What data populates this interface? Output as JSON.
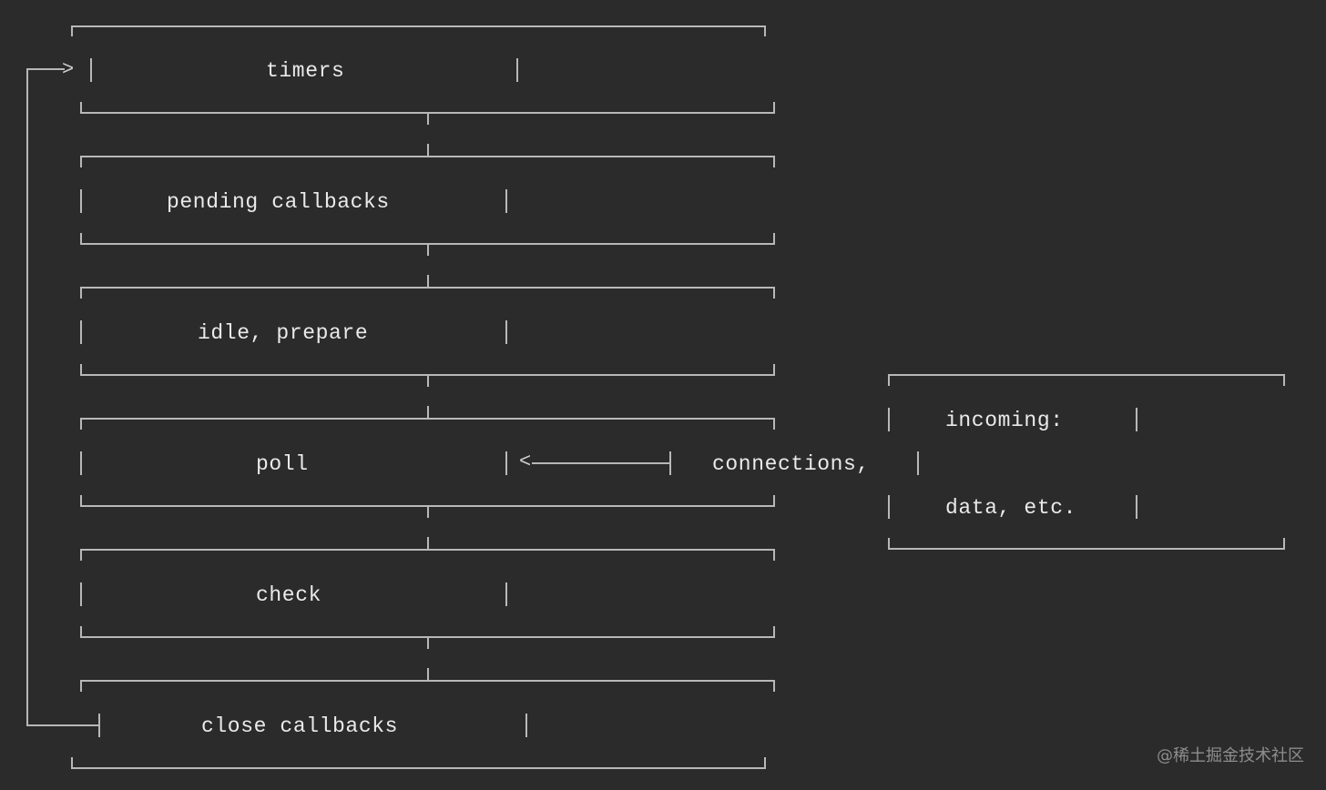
{
  "diagram": {
    "phases": [
      {
        "label": "timers"
      },
      {
        "label": "pending callbacks"
      },
      {
        "label": "idle, prepare"
      },
      {
        "label": "poll"
      },
      {
        "label": "check"
      },
      {
        "label": "close callbacks"
      }
    ],
    "incoming": {
      "line1": "incoming:",
      "line2": "connections,",
      "line3": "data, etc."
    },
    "arrow_right": ">",
    "arrow_left": "<"
  },
  "watermark": "@稀土掘金技术社区"
}
